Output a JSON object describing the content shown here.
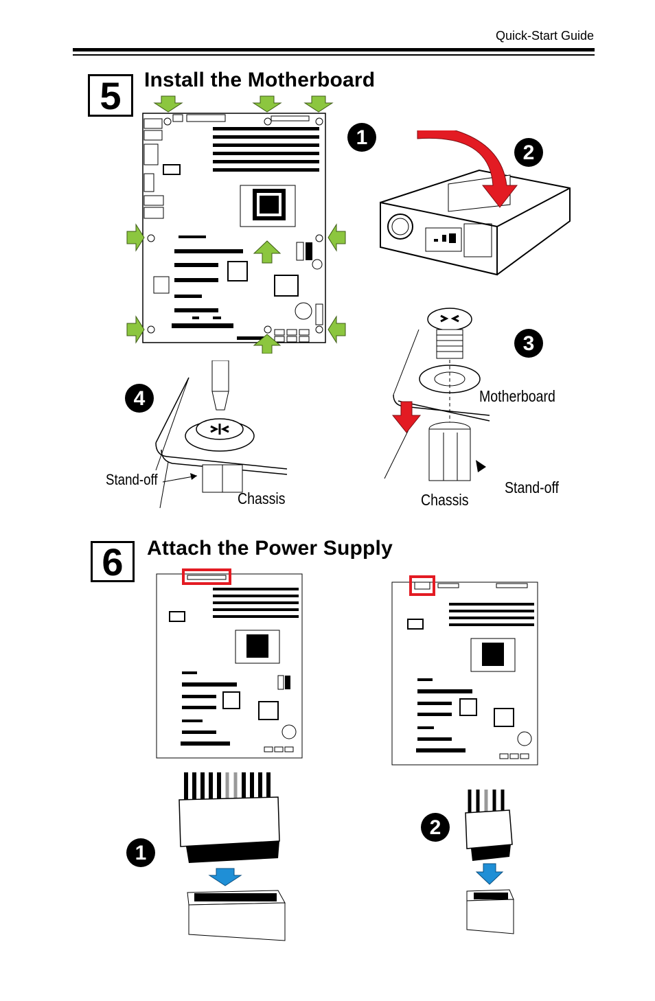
{
  "header": {
    "guide_title": "Quick-Start Guide"
  },
  "step5": {
    "number": "5",
    "title": "Install the Motherboard",
    "badges": [
      "1",
      "2",
      "3",
      "4"
    ],
    "labels": {
      "motherboard": "Motherboard",
      "standoff_left": "Stand-off",
      "chassis_left": "Chassis",
      "chassis_right": "Chassis",
      "standoff_right": "Stand-off"
    }
  },
  "step6": {
    "number": "6",
    "title": "Attach the Power Supply",
    "badges": [
      "1",
      "2"
    ]
  },
  "colors": {
    "arrow_green": "#8cc63f",
    "arrow_red": "#e31b23",
    "arrow_blue": "#1f8fd6",
    "highlight_red": "#e31b23"
  }
}
